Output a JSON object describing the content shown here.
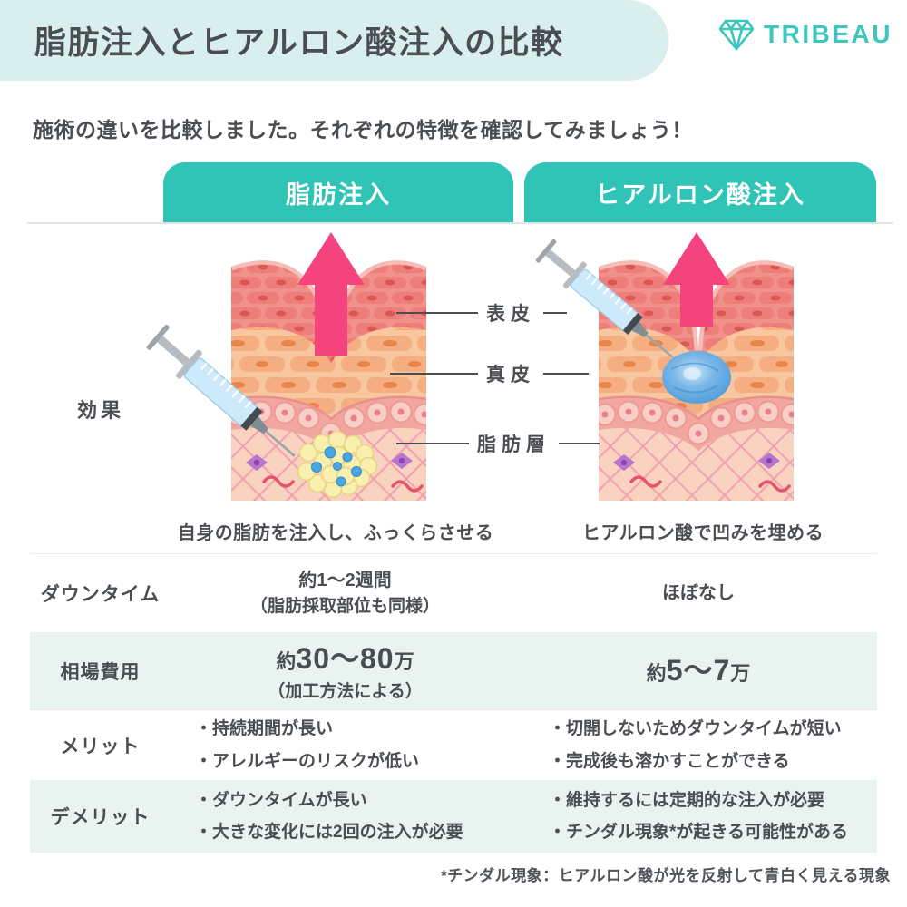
{
  "header": {
    "title": "脂肪注入とヒアルロン酸注入の比較",
    "brand": "TRIBEAU"
  },
  "intro": {
    "text": "施術の違いを比較しました。それぞれの特徴を確認してみましょう！"
  },
  "tabs": {
    "left": "脂肪注入",
    "right": "ヒアルロン酸注入"
  },
  "effect": {
    "label": "効果",
    "layers": [
      "表皮",
      "真皮",
      "脂肪層"
    ],
    "left_caption": "自身の脂肪を注入し、ふっくらさせる",
    "right_caption": "ヒアルロン酸で凹みを埋める"
  },
  "table": {
    "rows": [
      {
        "label": "ダウンタイム",
        "left_main": "約1〜2週間",
        "left_sub": "（脂肪採取部位も同様）",
        "right_main": "ほぼなし"
      },
      {
        "label": "相場費用",
        "left_pre": "約",
        "left_num": "30〜80",
        "left_post": "万",
        "left_sub": "（加工方法による）",
        "right_pre": "約",
        "right_num": "5〜7",
        "right_post": "万"
      },
      {
        "label": "メリット",
        "left_items": [
          "・持続期間が長い",
          "・アレルギーのリスクが低い"
        ],
        "right_items": [
          "・切開しないためダウンタイムが短い",
          "・完成後も溶かすことができる"
        ]
      },
      {
        "label": "デメリット",
        "left_items": [
          "・ダウンタイムが長い",
          "・大きな変化には2回の注入が必要"
        ],
        "right_items": [
          "・維持するには定期的な注入が必要",
          "・チンダル現象*が起きる可能性がある"
        ]
      }
    ]
  },
  "footnote": {
    "text": "*チンダル現象：ヒアルロン酸が光を反射して青白く見える現象"
  },
  "colors": {
    "accent_teal": "#2fc4b5",
    "logo_teal": "#3cc6be",
    "header_bg": "#d9efed",
    "row_alt_bg": "#e9f4f1",
    "text_dark": "#4a4e53",
    "arrow_pink": "#f5447d",
    "fat_cell_yellow": "#f9efae",
    "ha_blue": "#6fb2e5"
  }
}
